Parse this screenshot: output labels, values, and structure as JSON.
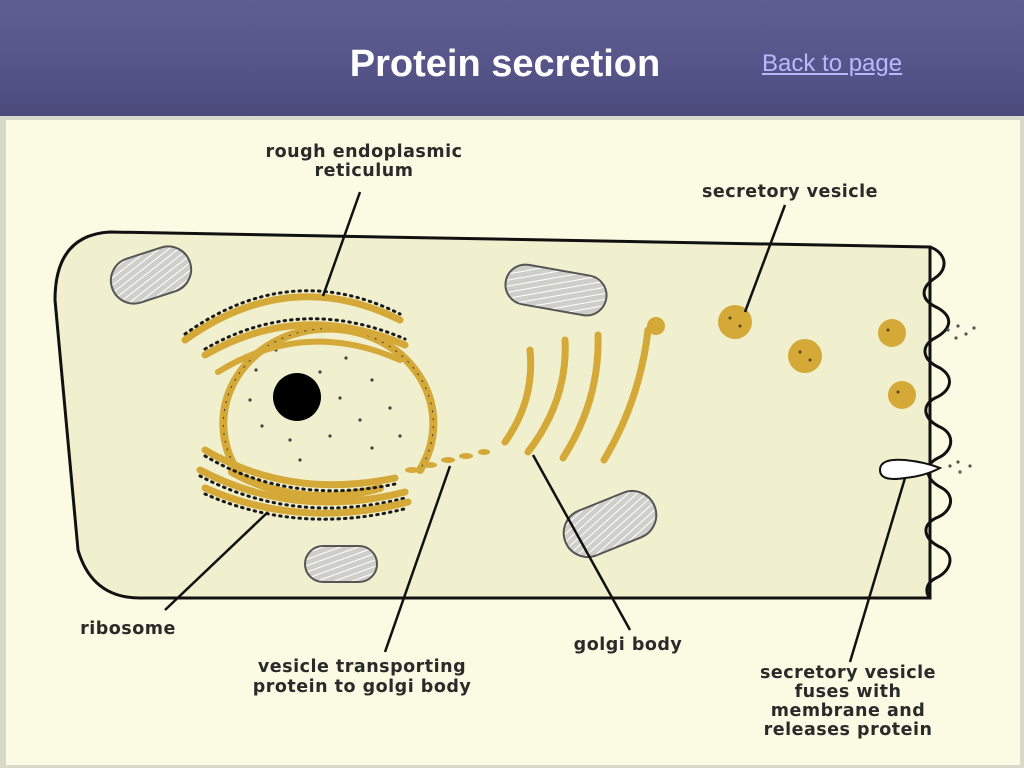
{
  "header": {
    "title": "Protein secretion",
    "back_link": "Back to page"
  },
  "diagram": {
    "labels": {
      "rough_er_line1": "rough endoplasmic",
      "rough_er_line2": "reticulum",
      "secretory_vesicle": "secretory vesicle",
      "ribosome": "ribosome",
      "transport_line1": "vesicle transporting",
      "transport_line2": "protein to golgi body",
      "golgi_body": "golgi body",
      "fuse_line1": "secretory vesicle",
      "fuse_line2": "fuses with",
      "fuse_line3": "membrane and",
      "fuse_line4": "releases protein"
    },
    "colors": {
      "organelle_gold": "#d4a937",
      "cytoplasm": "#f0f0cf",
      "mitochondria": "#c9c9c4",
      "outline": "#111111"
    }
  }
}
